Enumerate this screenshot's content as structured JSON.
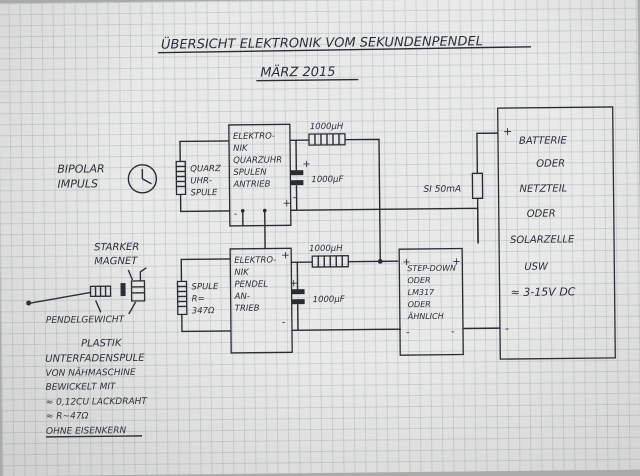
{
  "title": "ÜBERSICHT ELEKTRONIK VOM SEKUNDENPENDEL",
  "date": "MÄRZ 2015",
  "labels": {
    "bipolar": "BIPOLAR",
    "impuls": "IMPULS",
    "quarz_coil": [
      "QUARZ",
      "UHR-",
      "SPULE"
    ],
    "quartz_drive": [
      "ELEKTRO-",
      "NIK",
      "QUARZUHR",
      "SPULEN",
      "ANTRIEB"
    ],
    "pendel_drive": [
      "ELEKTRO-",
      "NIK",
      "PENDEL",
      "AN-",
      "TRIEB"
    ],
    "coil_spec": [
      "SPULE",
      "R=",
      "347Ω"
    ],
    "inductor_top": "1000µH",
    "inductor_bottom": "1000µH",
    "cap_top": "1000µF",
    "cap_bottom": "1000µF",
    "fuse": "SI 50mA",
    "stepdown": [
      "STEP-DOWN",
      "ODER",
      "LM317",
      "ODER",
      "ÄHNLICH"
    ],
    "battery": [
      "BATTERIE",
      "ODER",
      "NETZTEIL",
      "ODER",
      "SOLARZELLE",
      "USW",
      "≈ 3-15V DC"
    ],
    "starker": "STARKER",
    "magnet": "MAGNET",
    "pendelgewicht": "PENDELGEWICHT",
    "plastik": "PLASTIK",
    "unterfaden": "UNTERFADENSPULE",
    "naehmaschine": "VON NÄHMASCHINE",
    "bewickelt": "BEWICKELT MIT",
    "wire_spec": "≈ 0,12CU LACKDRAHT",
    "r_spec": "≈ R~47Ω",
    "kern": "OHNE EISENKERN",
    "plus": "+",
    "minus": "-"
  }
}
